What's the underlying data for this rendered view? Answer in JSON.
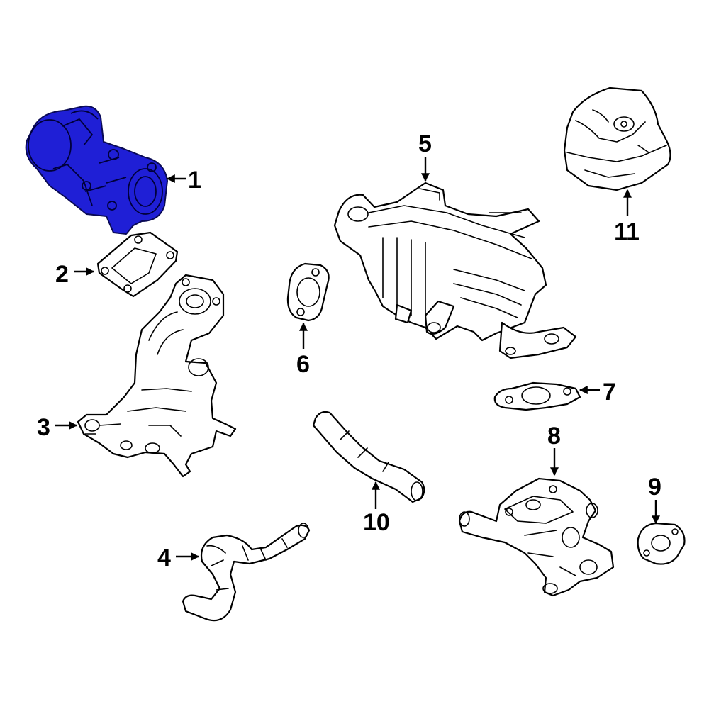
{
  "highlight_color": "#1f1fd6",
  "callouts": [
    {
      "id": "1",
      "label": "1"
    },
    {
      "id": "2",
      "label": "2"
    },
    {
      "id": "3",
      "label": "3"
    },
    {
      "id": "4",
      "label": "4"
    },
    {
      "id": "5",
      "label": "5"
    },
    {
      "id": "6",
      "label": "6"
    },
    {
      "id": "7",
      "label": "7"
    },
    {
      "id": "8",
      "label": "8"
    },
    {
      "id": "9",
      "label": "9"
    },
    {
      "id": "10",
      "label": "10"
    },
    {
      "id": "11",
      "label": "11"
    }
  ]
}
